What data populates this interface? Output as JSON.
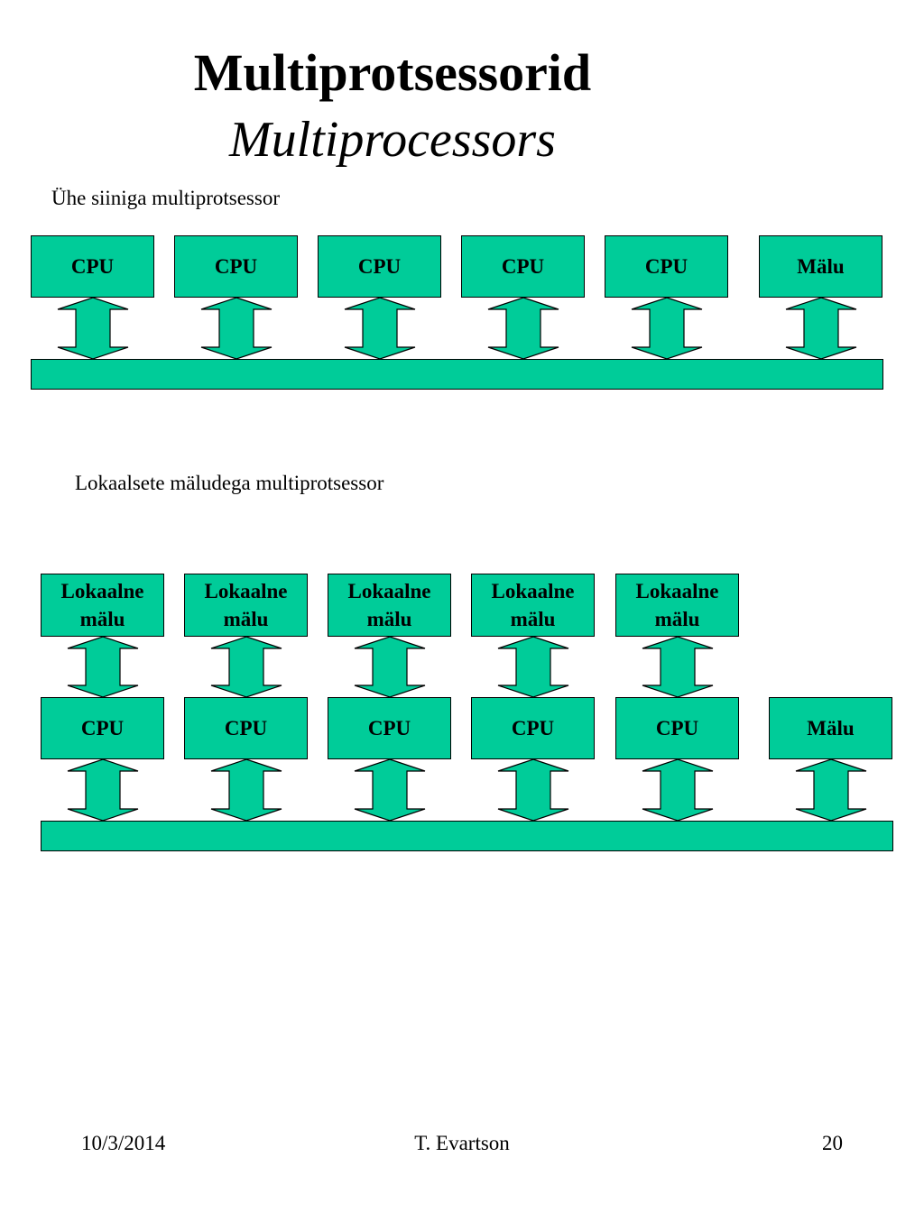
{
  "slide": {
    "title": "Multiprotsessorid",
    "subtitle": "Multiprocessors"
  },
  "diagram1": {
    "caption": "Ühe siiniga multiprotsessor",
    "units": [
      "CPU",
      "CPU",
      "CPU",
      "CPU",
      "CPU",
      "Mälu"
    ]
  },
  "diagram2": {
    "caption": "Lokaalsete mäludega multiprotsessor",
    "local_memories": [
      "Lokaalne\nmälu",
      "Lokaalne\nmälu",
      "Lokaalne\nmälu",
      "Lokaalne\nmälu",
      "Lokaalne\nmälu"
    ],
    "units": [
      "CPU",
      "CPU",
      "CPU",
      "CPU",
      "CPU",
      "Mälu"
    ]
  },
  "footer": {
    "date": "10/3/2014",
    "author": "T. Evartson",
    "page": "20"
  },
  "colors": {
    "component_fill": "#00cc99",
    "outline": "#000000"
  },
  "icons": {
    "connector": "double-headed-arrow-icon"
  }
}
